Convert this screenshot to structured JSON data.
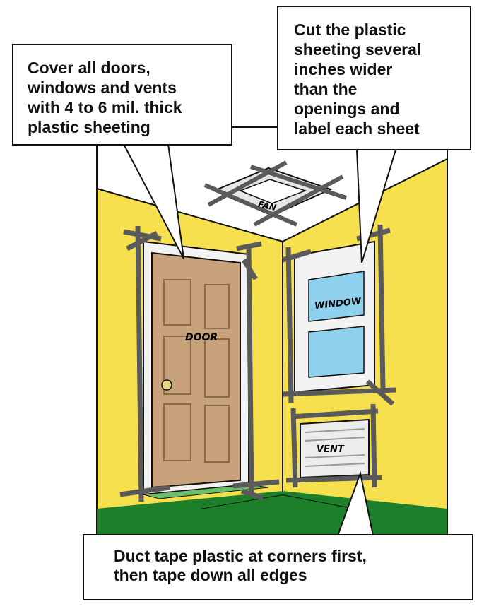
{
  "callouts": {
    "cover": {
      "lines": [
        "Cover all doors,",
        "windows and vents",
        "with 4 to 6 mil. thick",
        "plastic sheeting"
      ]
    },
    "cut": {
      "lines": [
        "Cut the plastic",
        "sheeting several",
        "inches wider",
        "than the",
        "openings and",
        "label each sheet"
      ]
    },
    "tape": {
      "lines": [
        "Duct tape plastic at corners first,",
        "then tape down all edges"
      ]
    }
  },
  "labels": {
    "door": "DOOR",
    "window": "WINDOW",
    "vent": "VENT",
    "fan": "FAN"
  },
  "colors": {
    "wall": "#f7e04e",
    "floor": "#1e7f2a",
    "door": "#c8a27a",
    "glass": "#8ed0ee",
    "tape": "#5a5a5a",
    "ceiling": "#ffffff"
  }
}
